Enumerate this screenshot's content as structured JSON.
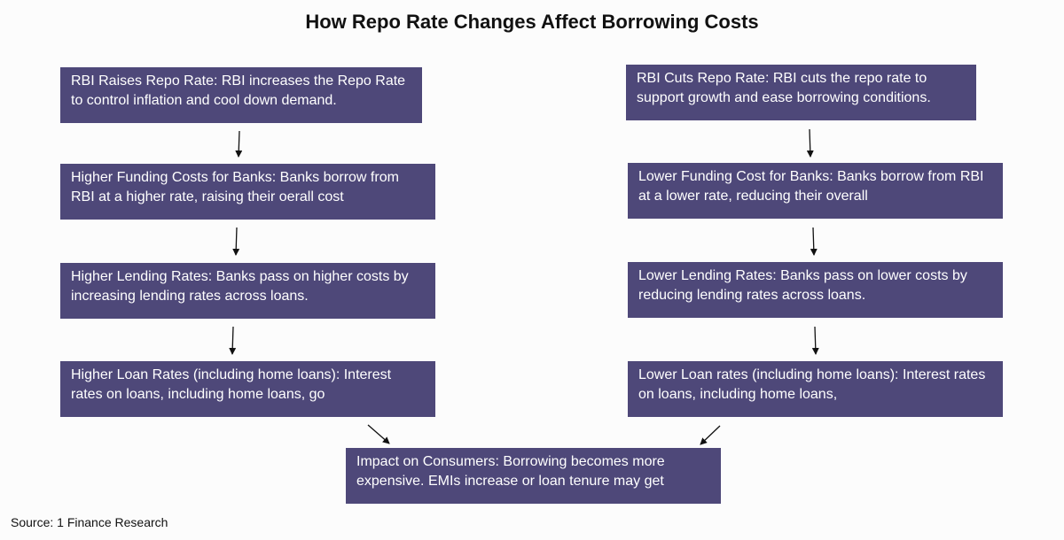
{
  "diagram": {
    "title": "How Repo Rate Changes Affect Borrowing Costs",
    "left_flow": [
      "RBI Raises Repo Rate: RBI increases the Repo Rate to control inflation and cool down demand.",
      "Higher Funding Costs for Banks: Banks borrow from RBI at a higher rate, raising their oerall cost",
      "Higher Lending Rates: Banks pass on higher costs by increasing lending rates across loans.",
      "Higher Loan Rates (including home loans): Interest rates on loans, including home loans, go"
    ],
    "right_flow": [
      "RBI Cuts Repo Rate: RBI cuts the repo rate to support growth and ease borrowing conditions.",
      "Lower Funding Cost for Banks: Banks borrow from RBI at a lower rate, reducing their overall",
      "Lower Lending Rates: Banks pass on lower costs by reducing lending rates across loans.",
      "Lower Loan rates (including home loans): Interest rates on loans, including home loans,"
    ],
    "outcome": "Impact on Consumers: Borrowing becomes more expensive. EMIs increase or loan tenure may get",
    "source": "Source: 1 Finance Research"
  }
}
